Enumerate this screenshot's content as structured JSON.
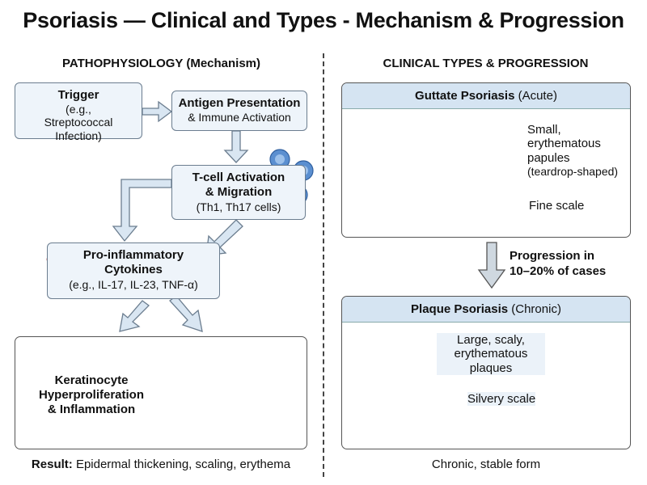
{
  "title": "Psoriasis — Clinical and Types - Mechanism & Progression",
  "left": {
    "heading": "PATHOPHYSIOLOGY (Mechanism)",
    "trigger": {
      "title": "Trigger",
      "detail": "(e.g., Streptococcal Infection)"
    },
    "antigen": {
      "title": "Antigen Presentation",
      "detail": "& Immune Activation"
    },
    "tcell": {
      "title_line1": "T-cell Activation",
      "title_line2": "& Migration",
      "detail": "(Th1, Th17 cells)"
    },
    "cytokines": {
      "title_line1": "Pro-inflammatory",
      "title_line2": "Cytokines",
      "detail": "(e.g., IL-17, IL-23, TNF-α)"
    },
    "keratinocyte": {
      "line1": "Keratinocyte",
      "line2": "Hyperproliferation",
      "line3": "& Inflammation"
    },
    "result": {
      "label": "Result:",
      "text": "Epidermal thickening, scaling, erythema"
    }
  },
  "right": {
    "heading": "CLINICAL TYPES & PROGRESSION",
    "guttate": {
      "name": "Guttate Psoriasis",
      "phase": "(Acute)",
      "label_papules_1": "Small,",
      "label_papules_2": "erythematous",
      "label_papules_3": "papules",
      "label_papules_4": "(teardrop-shaped)",
      "label_scale": "Fine scale"
    },
    "progression": {
      "line1": "Progression in",
      "line2": "10–20% of cases"
    },
    "plaque": {
      "name": "Plaque Psoriasis",
      "phase": "(Chronic)",
      "label_plaques_1": "Large, scaly,",
      "label_plaques_2": "erythematous",
      "label_plaques_3": "plaques",
      "label_scale": "Silvery scale"
    },
    "footer": "Chronic, stable form"
  },
  "colors": {
    "box_fill": "#eef4fa",
    "arrow_fill": "#d9e6f2",
    "panel_head": "#d5e4f2",
    "lesion": "#e07a7a",
    "immune_cell": "#5b8fd0"
  }
}
